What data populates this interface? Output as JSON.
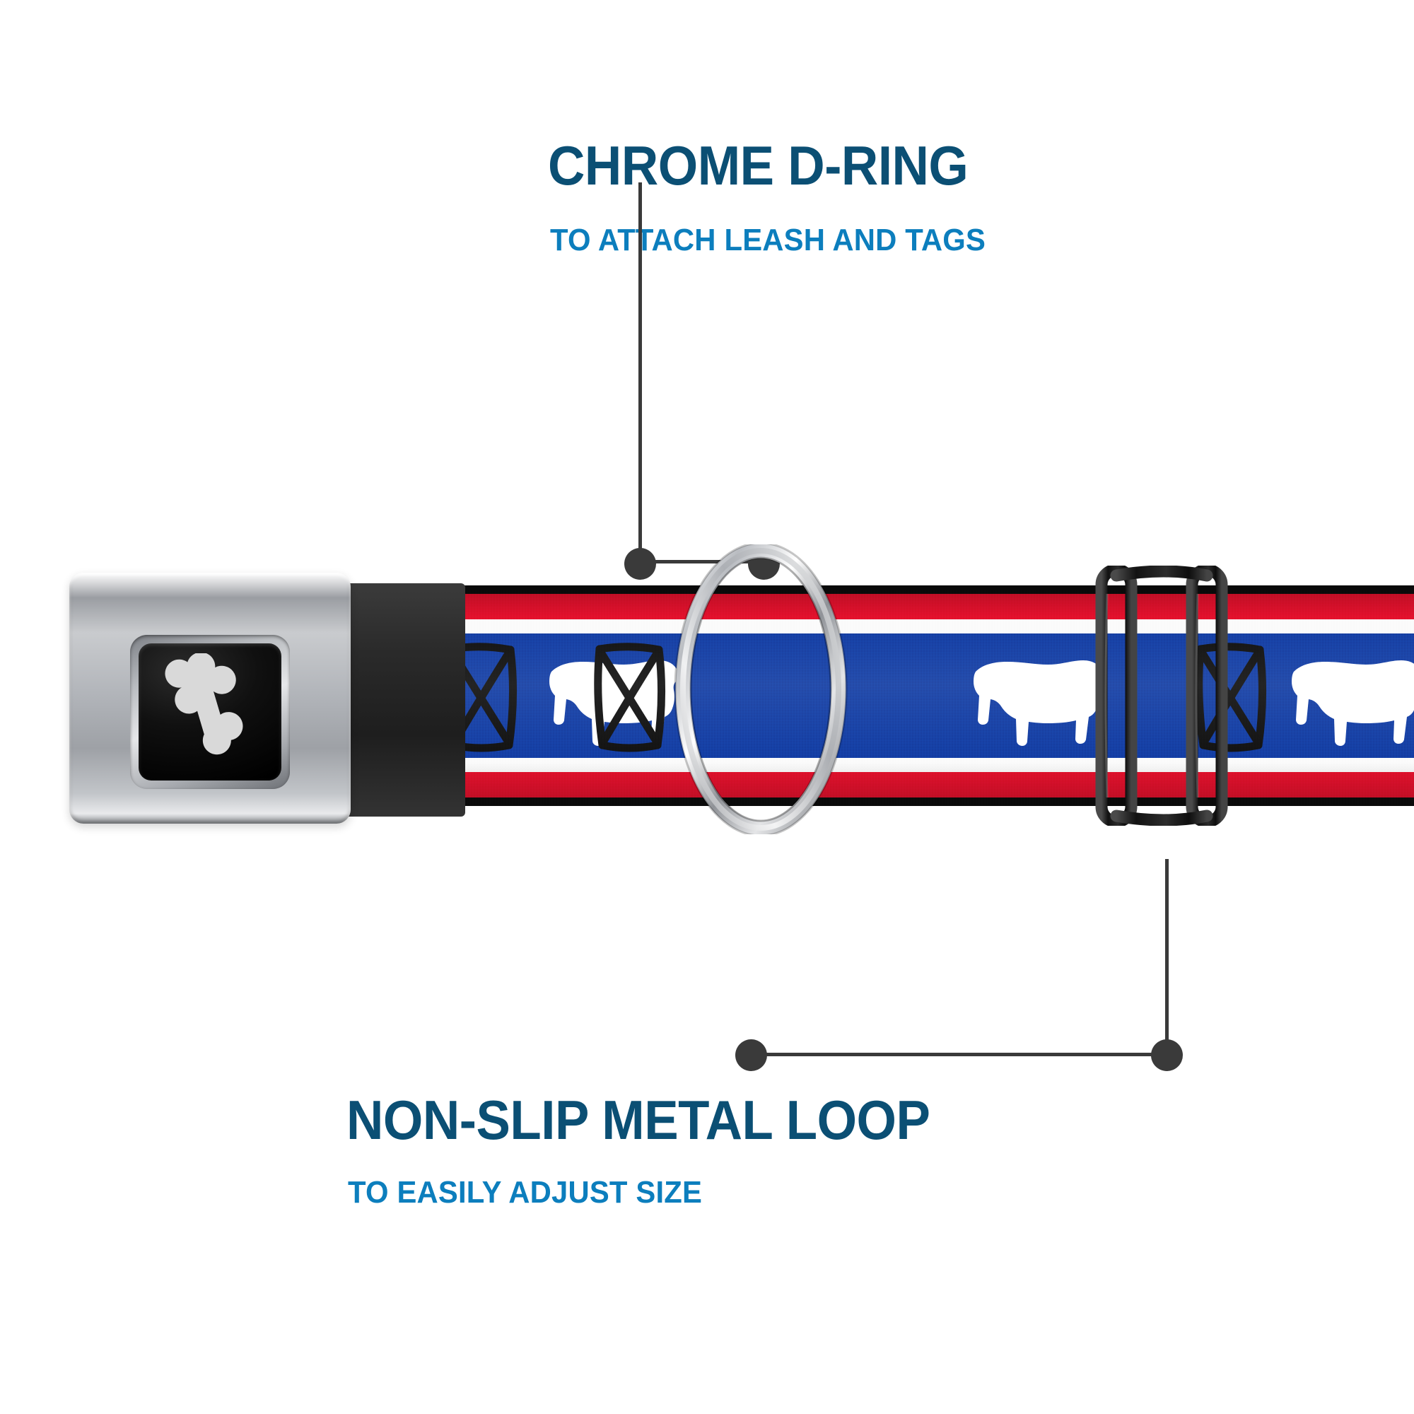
{
  "product": {
    "type": "dog-collar",
    "pattern_name": "Wyoming State Flag",
    "background_color": "#ffffff"
  },
  "callouts": [
    {
      "id": "chrome-d-ring",
      "title": "CHROME D-RING",
      "subtitle": "TO ATTACH LEASH AND TAGS",
      "title_color": "#0b4f74",
      "subtitle_color": "#0c7ebd",
      "leader_color": "#3a3a3a",
      "position": "top-right",
      "points_to": "d-ring"
    },
    {
      "id": "non-slip-metal-loop",
      "title": "NON-SLIP METAL LOOP",
      "subtitle": "TO EASILY ADJUST SIZE",
      "title_color": "#0b4f74",
      "subtitle_color": "#0c7ebd",
      "leader_color": "#3a3a3a",
      "position": "bottom-left",
      "points_to": "metal-loop"
    }
  ],
  "parts": {
    "buckle": {
      "name": "chrome-seatbelt-buckle",
      "finish": "chrome",
      "plate_color": "#000000",
      "logo": "dog-bone-icon",
      "logo_color": "#d9d9d9"
    },
    "d_ring": {
      "name": "chrome-d-ring",
      "finish": "chrome",
      "color": "#c9ccd0"
    },
    "metal_loop": {
      "name": "non-slip-metal-loop",
      "finish": "matte-black",
      "color": "#111111"
    },
    "strap": {
      "name": "wyoming-flag-webbing",
      "stripes": [
        {
          "name": "black-border",
          "color": "#0c0c0c"
        },
        {
          "name": "red-band",
          "color": "#e8112d"
        },
        {
          "name": "white-band",
          "color": "#fbfbfb"
        },
        {
          "name": "blue-field",
          "color": "#123da4"
        },
        {
          "name": "white-band",
          "color": "#fbfbfb"
        },
        {
          "name": "red-band",
          "color": "#e8112d"
        },
        {
          "name": "black-border",
          "color": "#0c0c0c"
        }
      ],
      "motifs": [
        {
          "name": "bison-silhouette",
          "color": "#ffffff"
        },
        {
          "name": "wyoming-state-seal-brand",
          "color": "#111111"
        }
      ]
    }
  }
}
